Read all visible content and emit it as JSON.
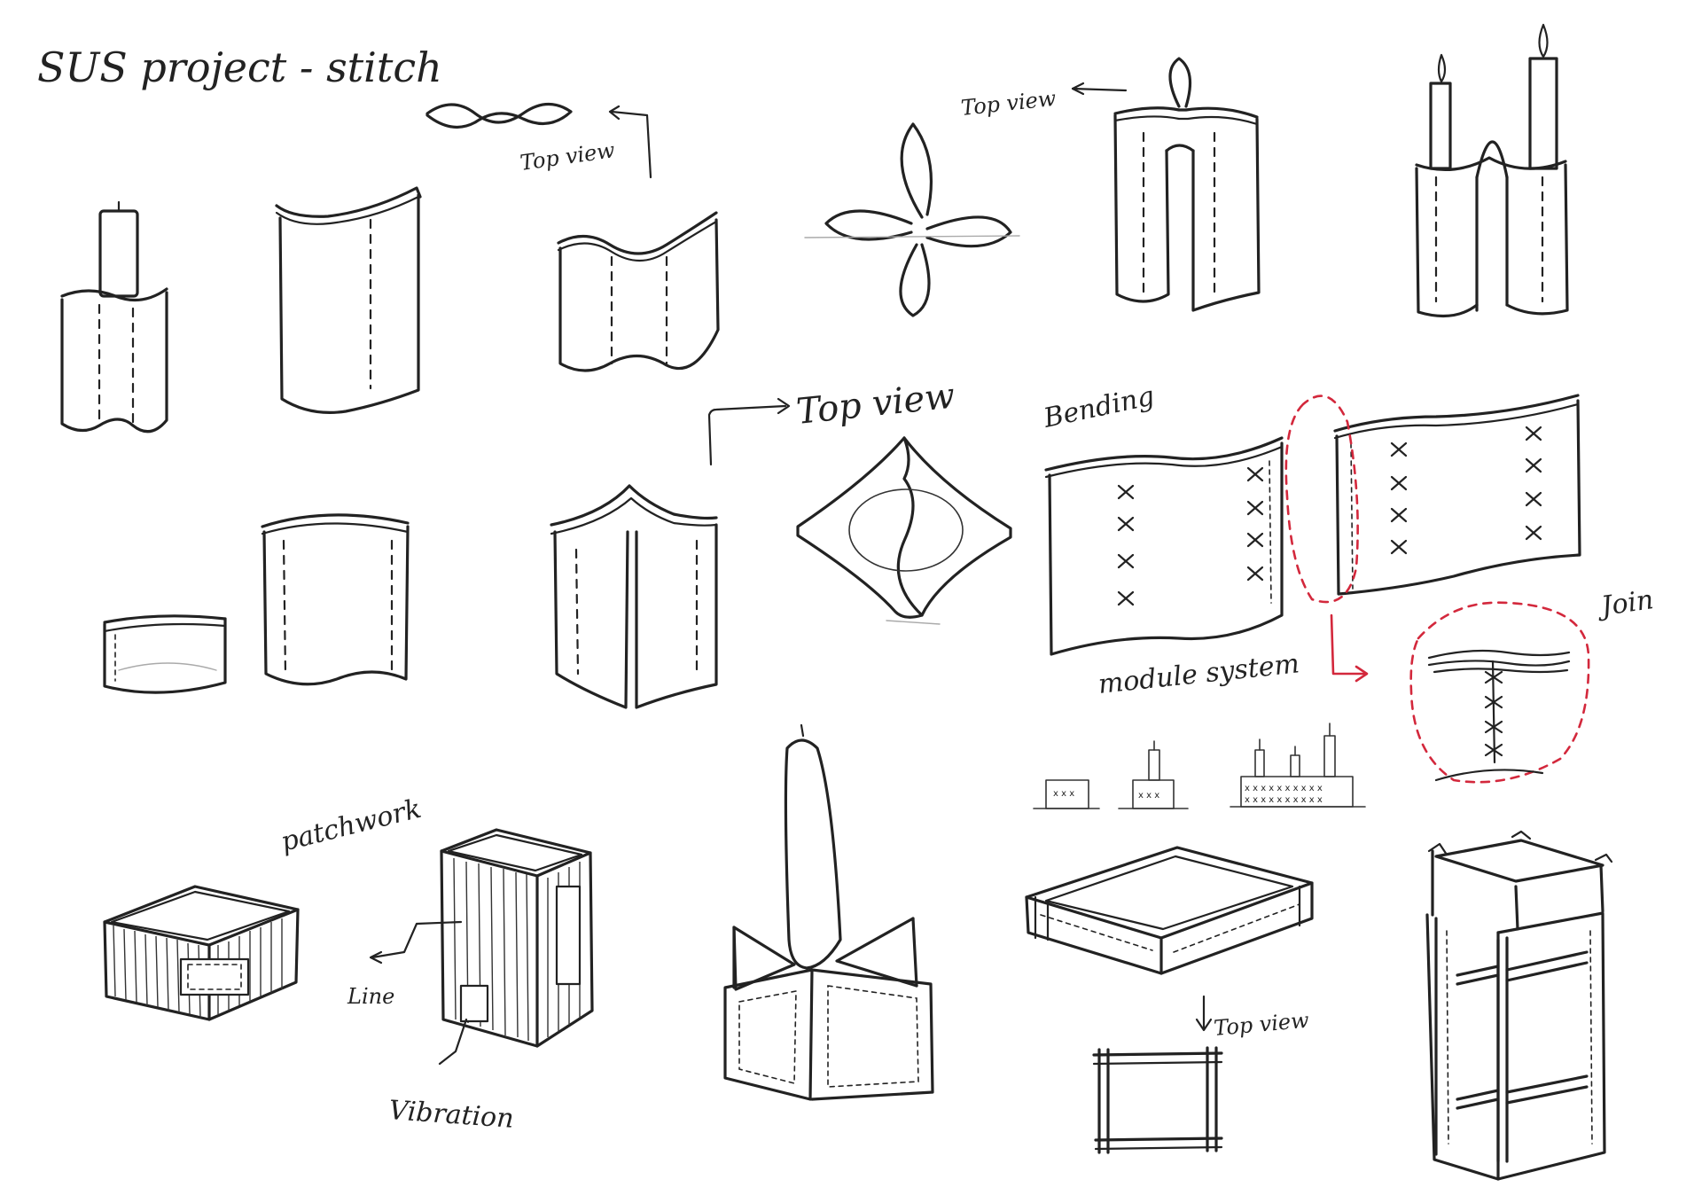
{
  "title": "SUS project - stitch",
  "labels": {
    "top_view_1": "Top view",
    "top_view_2": "Top view",
    "top_view_3": "Top view",
    "top_view_4": "Top view",
    "bending": "Bending",
    "module_system": "module system",
    "join": "Join",
    "patchwork": "patchwork",
    "line": "Line",
    "vibration": "Vibration"
  },
  "colors": {
    "ink": "#222222",
    "accent_red": "#d3283c",
    "paper": "#ffffff"
  }
}
